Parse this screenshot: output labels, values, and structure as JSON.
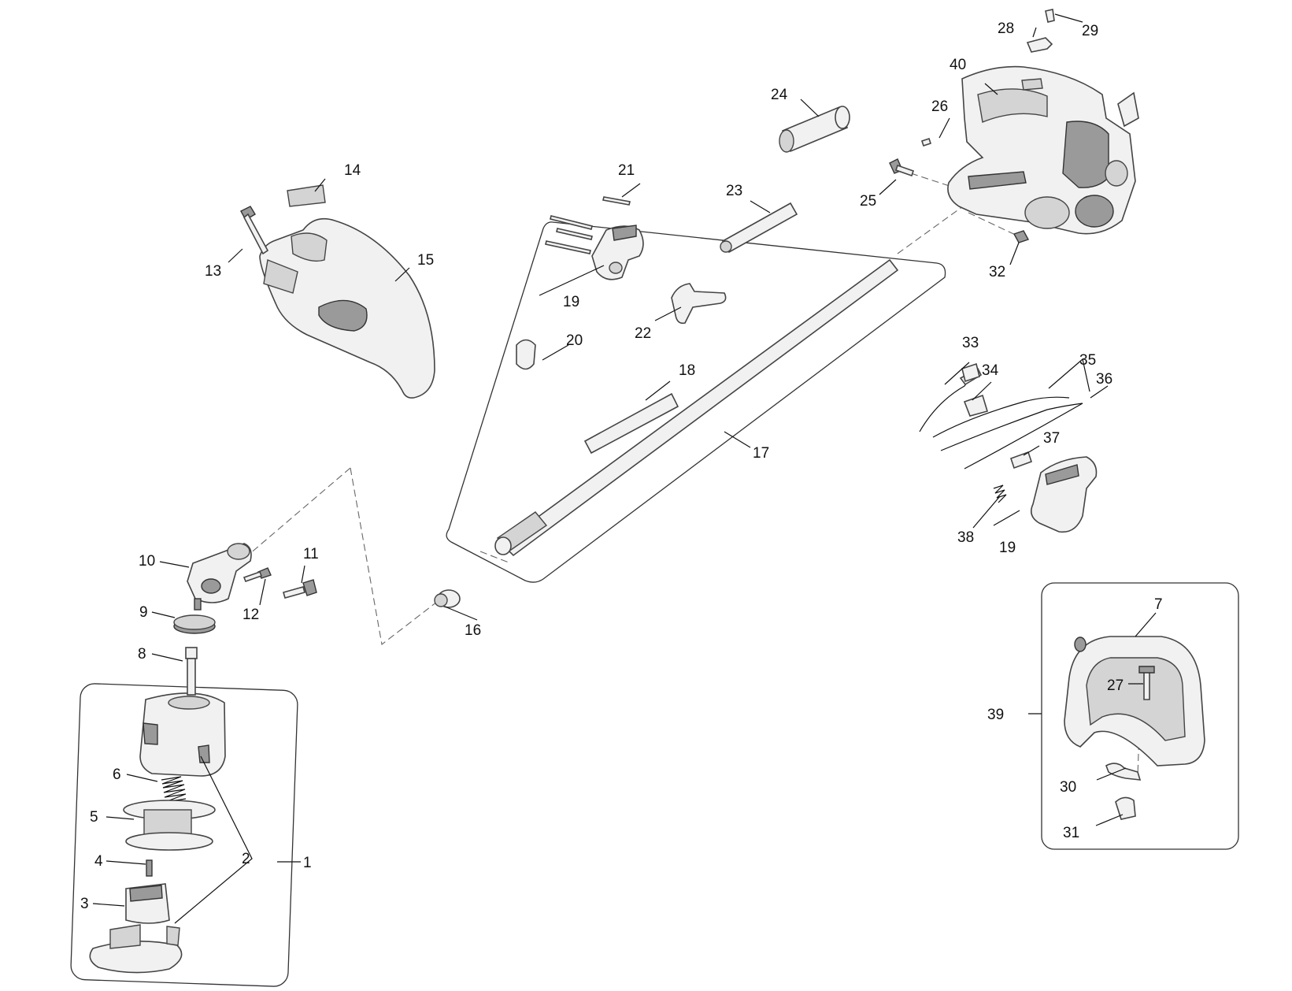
{
  "callouts": {
    "c1": "1",
    "c2": "2",
    "c3": "3",
    "c4": "4",
    "c5": "5",
    "c6": "6",
    "c7": "7",
    "c8": "8",
    "c9": "9",
    "c10": "10",
    "c11": "11",
    "c12": "12",
    "c13": "13",
    "c14": "14",
    "c15": "15",
    "c16": "16",
    "c17": "17",
    "c18": "18",
    "c19a": "19",
    "c19b": "19",
    "c20": "20",
    "c21": "21",
    "c22": "22",
    "c23": "23",
    "c24": "24",
    "c25": "25",
    "c26": "26",
    "c27": "27",
    "c28": "28",
    "c29": "29",
    "c30": "30",
    "c31": "31",
    "c32": "32",
    "c33": "33",
    "c34": "34",
    "c35": "35",
    "c36": "36",
    "c37": "37",
    "c38": "38",
    "c39": "39",
    "c40": "40"
  }
}
